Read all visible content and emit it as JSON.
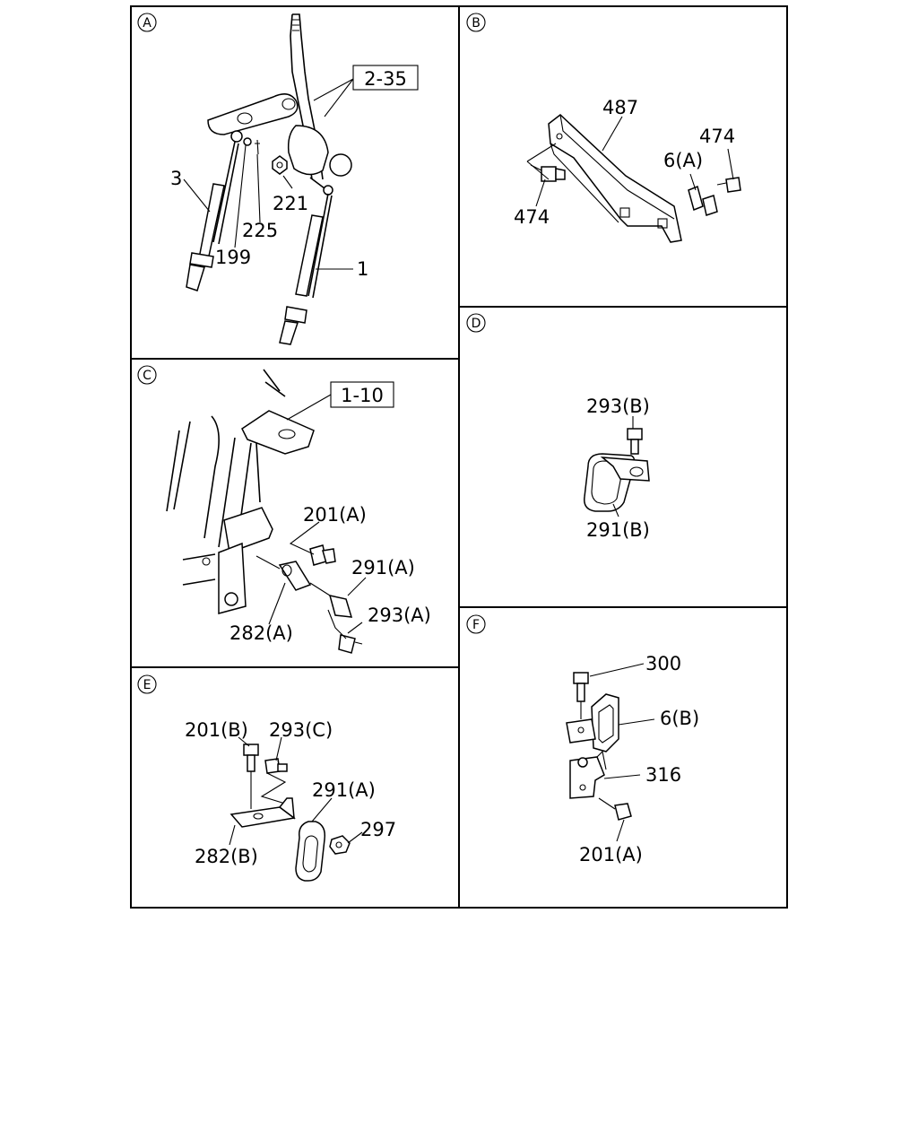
{
  "panels": {
    "a": {
      "letter": "A",
      "labels": {
        "ref_2_35": "2-35",
        "p3": "3",
        "p225": "225",
        "p199": "199",
        "p221": "221",
        "p1": "1"
      }
    },
    "b": {
      "letter": "B",
      "labels": {
        "p487": "487",
        "p474_right": "474",
        "p6a": "6(A)",
        "p474_left": "474"
      }
    },
    "c": {
      "letter": "C",
      "labels": {
        "ref_1_10": "1-10",
        "p201a": "201(A)",
        "p291a": "291(A)",
        "p293a": "293(A)",
        "p282a": "282(A)"
      }
    },
    "d": {
      "letter": "D",
      "labels": {
        "p293b": "293(B)",
        "p291b": "291(B)"
      }
    },
    "e": {
      "letter": "E",
      "labels": {
        "p201b": "201(B)",
        "p293c": "293(C)",
        "p291a": "291(A)",
        "p297": "297",
        "p282b": "282(B)"
      }
    },
    "f": {
      "letter": "F",
      "labels": {
        "p300": "300",
        "p6b": "6(B)",
        "p316": "316",
        "p201a": "201(A)"
      }
    }
  }
}
